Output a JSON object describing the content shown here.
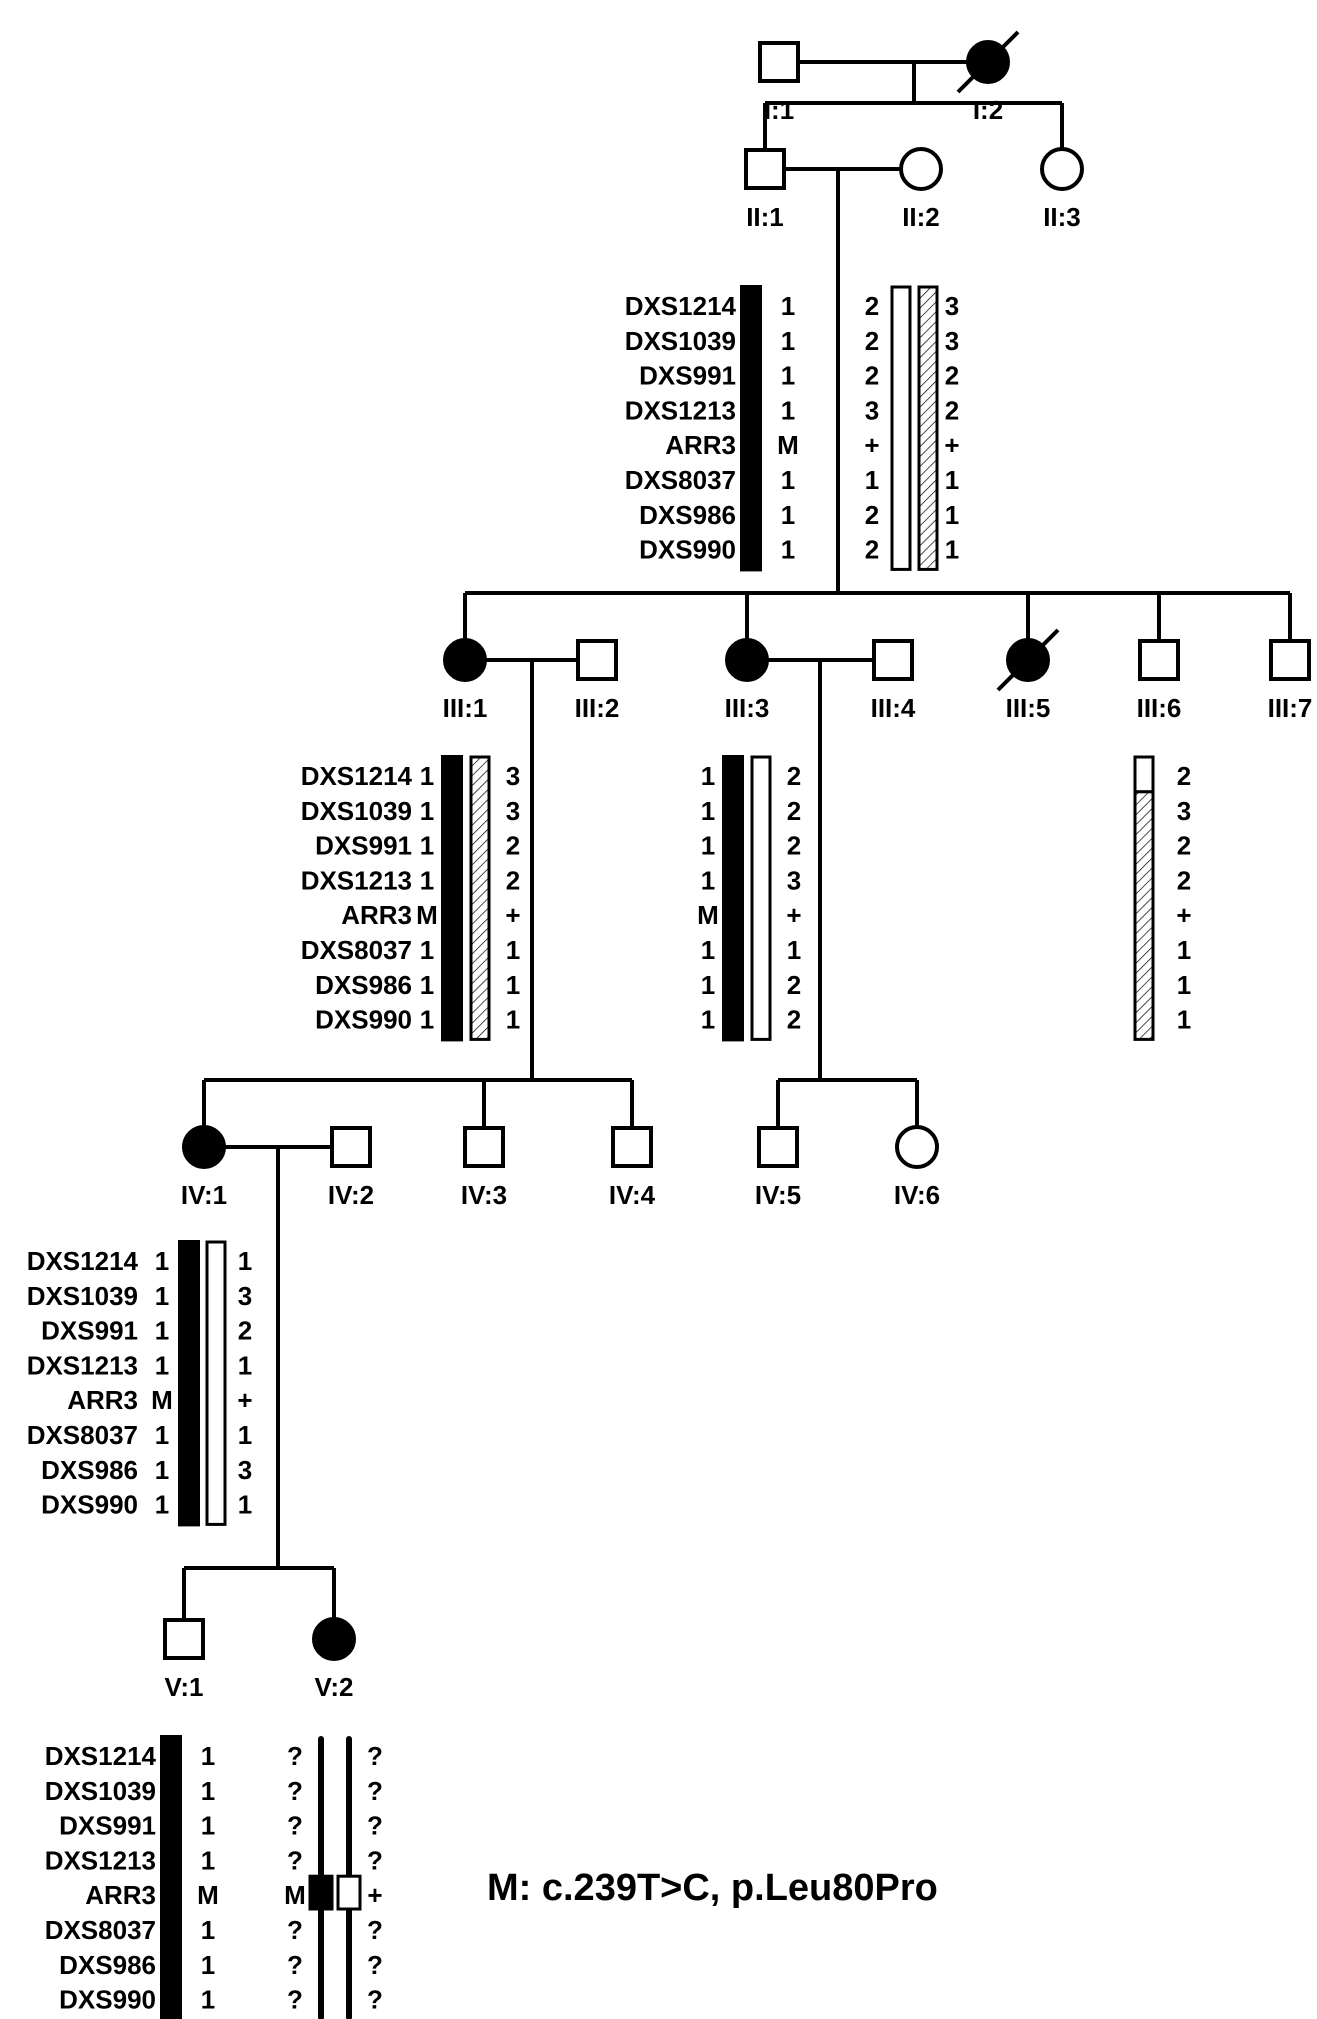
{
  "figure": {
    "type": "pedigree-with-haplotypes",
    "mutation_note": "M: c.239T>C, p.Leu80Pro",
    "colors": {
      "affected": "#000000",
      "unaffected": "#ffffff",
      "line": "#000000",
      "hatch": "#000000"
    }
  },
  "markers": [
    "DXS1214",
    "DXS1039",
    "DXS991",
    "DXS1213",
    "ARR3",
    "DXS8037",
    "DXS986",
    "DXS990"
  ],
  "individuals": [
    {
      "id": "I:1",
      "sex": "male",
      "affected": false,
      "deceased": false
    },
    {
      "id": "I:2",
      "sex": "female",
      "affected": true,
      "deceased": true
    },
    {
      "id": "II:1",
      "sex": "male",
      "affected": false,
      "deceased": false
    },
    {
      "id": "II:2",
      "sex": "female",
      "affected": false,
      "deceased": false
    },
    {
      "id": "II:3",
      "sex": "female",
      "affected": false,
      "deceased": false
    },
    {
      "id": "III:1",
      "sex": "female",
      "affected": true,
      "deceased": false
    },
    {
      "id": "III:2",
      "sex": "male",
      "affected": false,
      "deceased": false
    },
    {
      "id": "III:3",
      "sex": "female",
      "affected": true,
      "deceased": false
    },
    {
      "id": "III:4",
      "sex": "male",
      "affected": false,
      "deceased": false
    },
    {
      "id": "III:5",
      "sex": "female",
      "affected": true,
      "deceased": true
    },
    {
      "id": "III:6",
      "sex": "male",
      "affected": false,
      "deceased": false
    },
    {
      "id": "III:7",
      "sex": "male",
      "affected": false,
      "deceased": false
    },
    {
      "id": "IV:1",
      "sex": "female",
      "affected": true,
      "deceased": false
    },
    {
      "id": "IV:2",
      "sex": "male",
      "affected": false,
      "deceased": false
    },
    {
      "id": "IV:3",
      "sex": "male",
      "affected": false,
      "deceased": false
    },
    {
      "id": "IV:4",
      "sex": "male",
      "affected": false,
      "deceased": false
    },
    {
      "id": "IV:5",
      "sex": "male",
      "affected": false,
      "deceased": false
    },
    {
      "id": "IV:6",
      "sex": "female",
      "affected": false,
      "deceased": false
    },
    {
      "id": "V:1",
      "sex": "male",
      "affected": false,
      "deceased": false
    },
    {
      "id": "V:2",
      "sex": "female",
      "affected": true,
      "deceased": false
    }
  ],
  "matings": [
    {
      "partners": [
        "I:1",
        "I:2"
      ],
      "children": [
        "II:1",
        "II:3"
      ]
    },
    {
      "partners": [
        "II:1",
        "II:2"
      ],
      "children": [
        "III:1",
        "III:3",
        "III:5",
        "III:6",
        "III:7"
      ]
    },
    {
      "partners": [
        "III:1",
        "III:2"
      ],
      "children": [
        "IV:1",
        "IV:3",
        "IV:4"
      ]
    },
    {
      "partners": [
        "III:3",
        "III:4"
      ],
      "children": [
        "IV:5",
        "IV:6"
      ]
    },
    {
      "partners": [
        "IV:1",
        "IV:2"
      ],
      "children": [
        "V:1",
        "V:2"
      ]
    }
  ],
  "haplotypes": [
    {
      "carrier": "II:1",
      "show_marker_names": true,
      "bars": [
        {
          "pattern": "solid",
          "alleles": [
            "1",
            "1",
            "1",
            "1",
            "M",
            "1",
            "1",
            "1"
          ]
        }
      ]
    },
    {
      "carrier": "II:2",
      "show_marker_names": false,
      "bars": [
        {
          "pattern": "open",
          "alleles": [
            "2",
            "2",
            "2",
            "3",
            "+",
            "1",
            "2",
            "2"
          ]
        },
        {
          "pattern": "hatched",
          "alleles": [
            "3",
            "3",
            "2",
            "2",
            "+",
            "1",
            "1",
            "1"
          ]
        }
      ]
    },
    {
      "carrier": "III:1",
      "show_marker_names": true,
      "bars": [
        {
          "pattern": "solid",
          "alleles": [
            "1",
            "1",
            "1",
            "1",
            "M",
            "1",
            "1",
            "1"
          ]
        },
        {
          "pattern": "hatched",
          "alleles": [
            "3",
            "3",
            "2",
            "2",
            "+",
            "1",
            "1",
            "1"
          ]
        }
      ]
    },
    {
      "carrier": "III:3",
      "show_marker_names": false,
      "bars": [
        {
          "pattern": "solid",
          "alleles": [
            "1",
            "1",
            "1",
            "1",
            "M",
            "1",
            "1",
            "1"
          ]
        },
        {
          "pattern": "open",
          "alleles": [
            "2",
            "2",
            "2",
            "3",
            "+",
            "1",
            "2",
            "2"
          ]
        }
      ]
    },
    {
      "carrier": "III:6",
      "show_marker_names": false,
      "bars": [
        {
          "pattern": "recombinant-open-then-hatched",
          "alleles": [
            "2",
            "3",
            "2",
            "2",
            "+",
            "1",
            "1",
            "1"
          ],
          "switch_after_marker": 1
        }
      ]
    },
    {
      "carrier": "IV:1",
      "show_marker_names": true,
      "bars": [
        {
          "pattern": "solid",
          "alleles": [
            "1",
            "1",
            "1",
            "1",
            "M",
            "1",
            "1",
            "1"
          ]
        },
        {
          "pattern": "open",
          "alleles": [
            "1",
            "3",
            "2",
            "1",
            "+",
            "1",
            "3",
            "1"
          ]
        }
      ]
    },
    {
      "carrier": "V:1",
      "show_marker_names": true,
      "bars": [
        {
          "pattern": "solid",
          "alleles": [
            "1",
            "1",
            "1",
            "1",
            "M",
            "1",
            "1",
            "1"
          ]
        }
      ]
    },
    {
      "carrier": "V:2",
      "show_marker_names": false,
      "bars": [
        {
          "pattern": "line-solid-at-ARR3",
          "alleles": [
            "?",
            "?",
            "?",
            "?",
            "M",
            "?",
            "?",
            "?"
          ]
        },
        {
          "pattern": "line-open-at-ARR3",
          "alleles": [
            "?",
            "?",
            "?",
            "?",
            "+",
            "?",
            "?",
            "?"
          ]
        }
      ]
    }
  ]
}
